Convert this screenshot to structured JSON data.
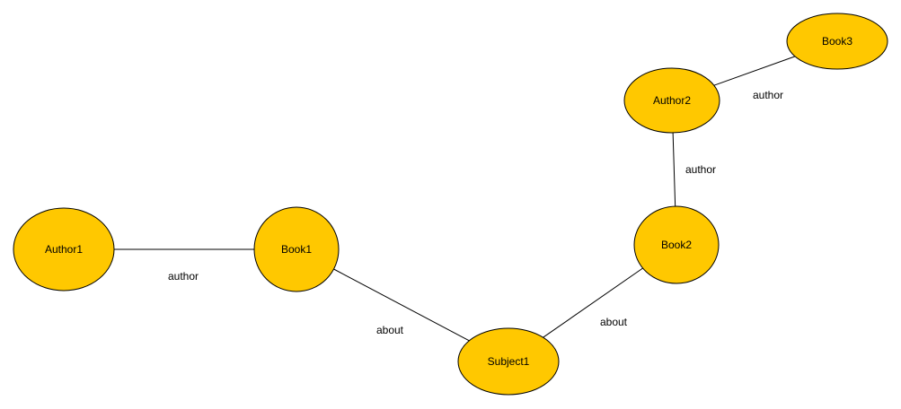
{
  "diagram": {
    "node_fill": "#FFC800",
    "stroke": "#000000",
    "nodes": [
      {
        "id": "author1",
        "label": "Author1"
      },
      {
        "id": "book1",
        "label": "Book1"
      },
      {
        "id": "subject1",
        "label": "Subject1"
      },
      {
        "id": "book2",
        "label": "Book2"
      },
      {
        "id": "author2",
        "label": "Author2"
      },
      {
        "id": "book3",
        "label": "Book3"
      }
    ],
    "edges": [
      {
        "from": "author1",
        "to": "book1",
        "label": "author"
      },
      {
        "from": "book1",
        "to": "subject1",
        "label": "about"
      },
      {
        "from": "subject1",
        "to": "book2",
        "label": "about"
      },
      {
        "from": "book2",
        "to": "author2",
        "label": "author"
      },
      {
        "from": "author2",
        "to": "book3",
        "label": "author"
      }
    ]
  }
}
